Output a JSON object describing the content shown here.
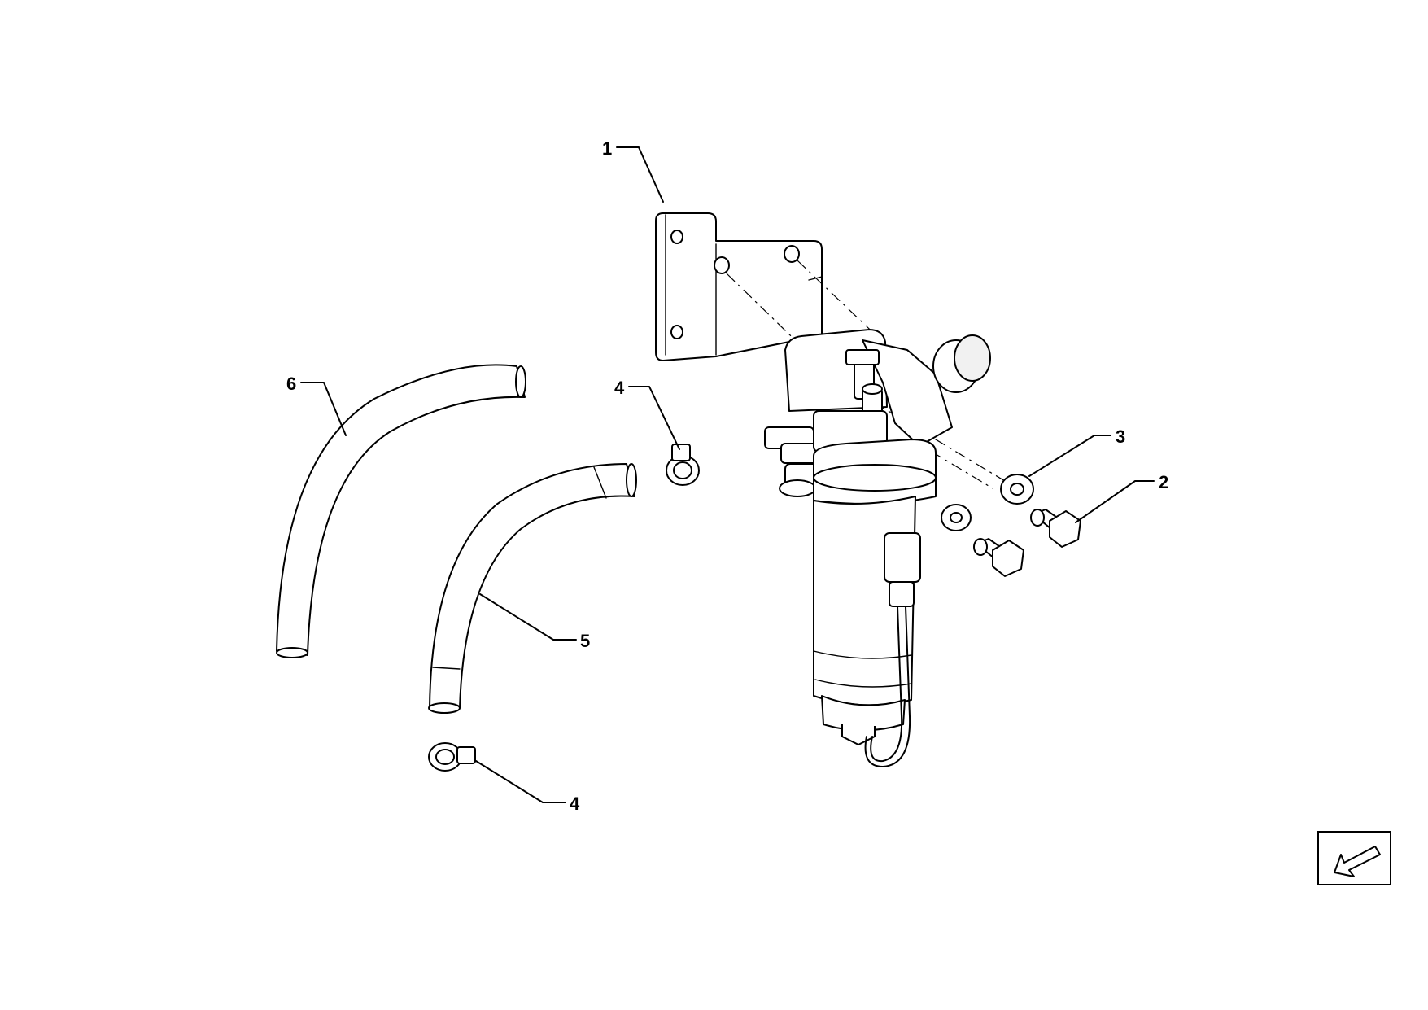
{
  "callouts": [
    {
      "id": "bracket",
      "label": "1"
    },
    {
      "id": "bolt",
      "label": "2"
    },
    {
      "id": "washer",
      "label": "3"
    },
    {
      "id": "clamp-upper",
      "label": "4"
    },
    {
      "id": "clamp-lower",
      "label": "4"
    },
    {
      "id": "hose-short",
      "label": "5"
    },
    {
      "id": "hose-long",
      "label": "6"
    }
  ],
  "orientation_icon": "direction-arrow-icon",
  "colors": {
    "line": "#000000",
    "background": "#ffffff",
    "fill_grey": "#f1f1f1"
  }
}
